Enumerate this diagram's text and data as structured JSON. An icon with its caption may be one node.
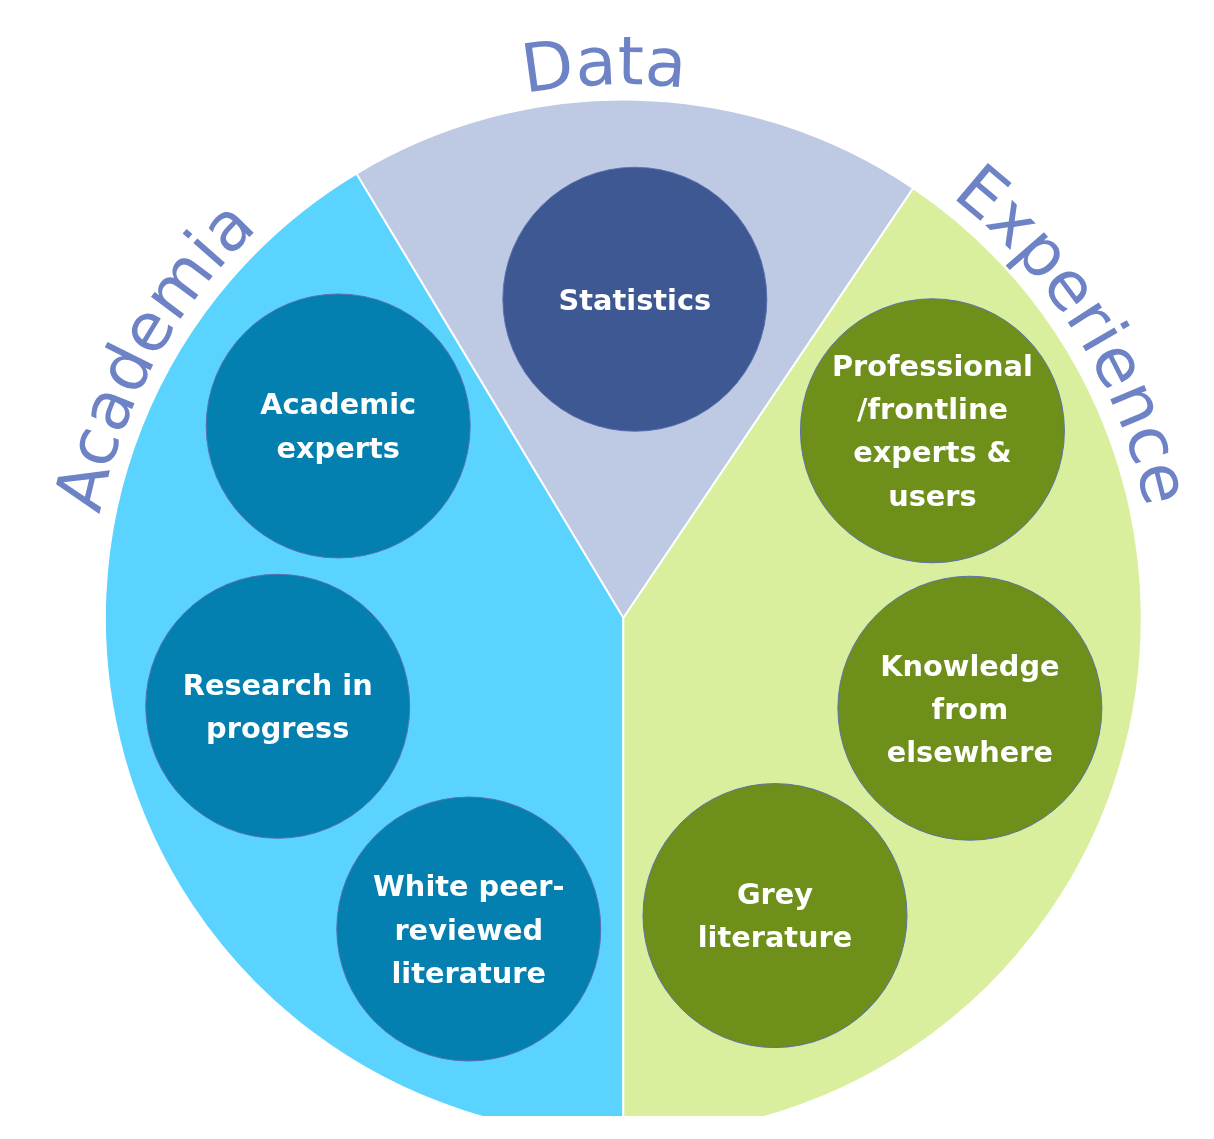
{
  "diagram": {
    "nodes": [
      {
        "text": [
          "Data"
        ]
      },
      {
        "text": [
          "Statistics"
        ],
        "in": 0
      },
      {
        "text": [
          "Academia"
        ]
      },
      {
        "text": [
          "Academic experts"
        ],
        "in": 2
      },
      {
        "text": [
          "Research in progress"
        ],
        "in": 2
      },
      {
        "text": [
          "White peer-reviewed literature"
        ],
        "in": 2
      },
      {
        "text": [
          "Experience"
        ]
      },
      {
        "text": [
          "Professional /frontline experts & users"
        ],
        "in": 6
      },
      {
        "text": [
          "Knowledge from elsewhere"
        ],
        "in": 6
      },
      {
        "text": [
          "Grey literature"
        ],
        "in": 6
      }
    ]
  }
}
